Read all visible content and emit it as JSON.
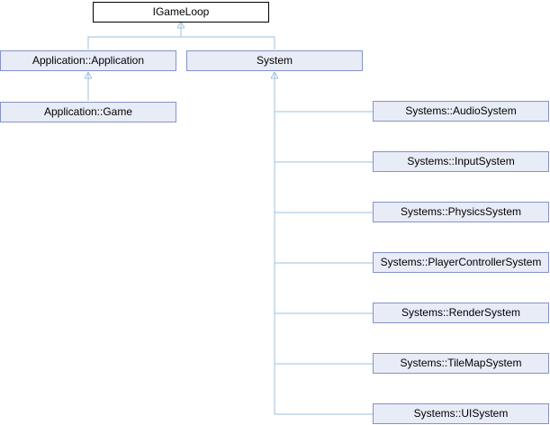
{
  "diagram": {
    "colors": {
      "edge": "#9ec2dc",
      "node_fill": "#e8ecf7",
      "node_border": "#8493c9",
      "root_fill": "#ffffff",
      "root_border": "#000000"
    },
    "nodes": {
      "igameloop": "IGameLoop",
      "application": "Application::Application",
      "system": "System",
      "game": "Application::Game",
      "audio": "Systems::AudioSystem",
      "input": "Systems::InputSystem",
      "physics": "Systems::PhysicsSystem",
      "player": "Systems::PlayerControllerSystem",
      "render": "Systems::RenderSystem",
      "tilemap": "Systems::TileMapSystem",
      "ui": "Systems::UISystem"
    }
  }
}
